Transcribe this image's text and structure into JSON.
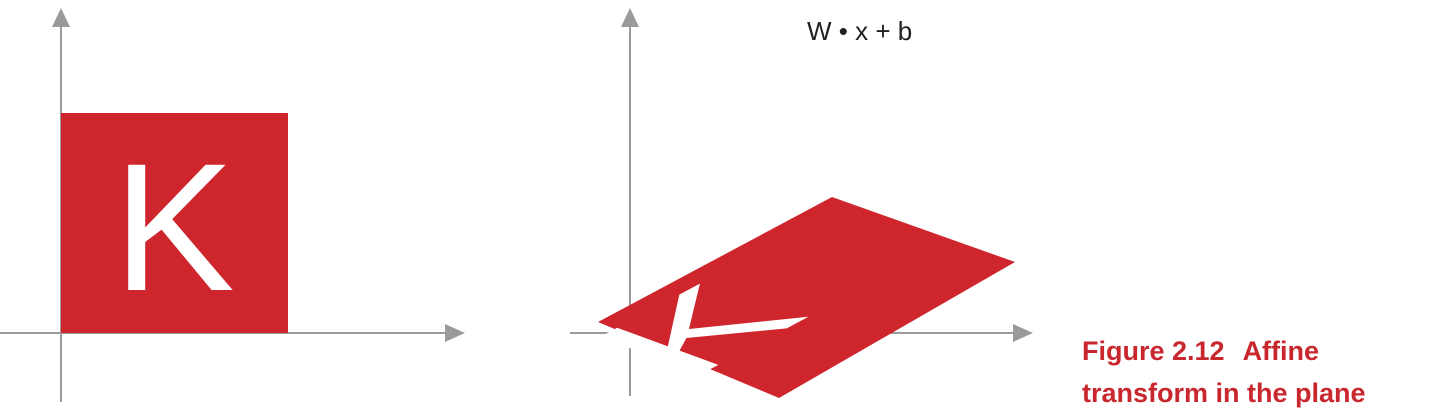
{
  "colors": {
    "accent": "#cf262e",
    "axis": "#9a9a9a",
    "caption": "#c8272e",
    "text": "#231f20"
  },
  "left_panel": {
    "letter": "K"
  },
  "right_panel": {
    "formula": "W • x + b",
    "letter": "K"
  },
  "caption": {
    "label": "Figure 2.12",
    "text_line1": "Affine",
    "text_line2": "transform in the plane"
  }
}
